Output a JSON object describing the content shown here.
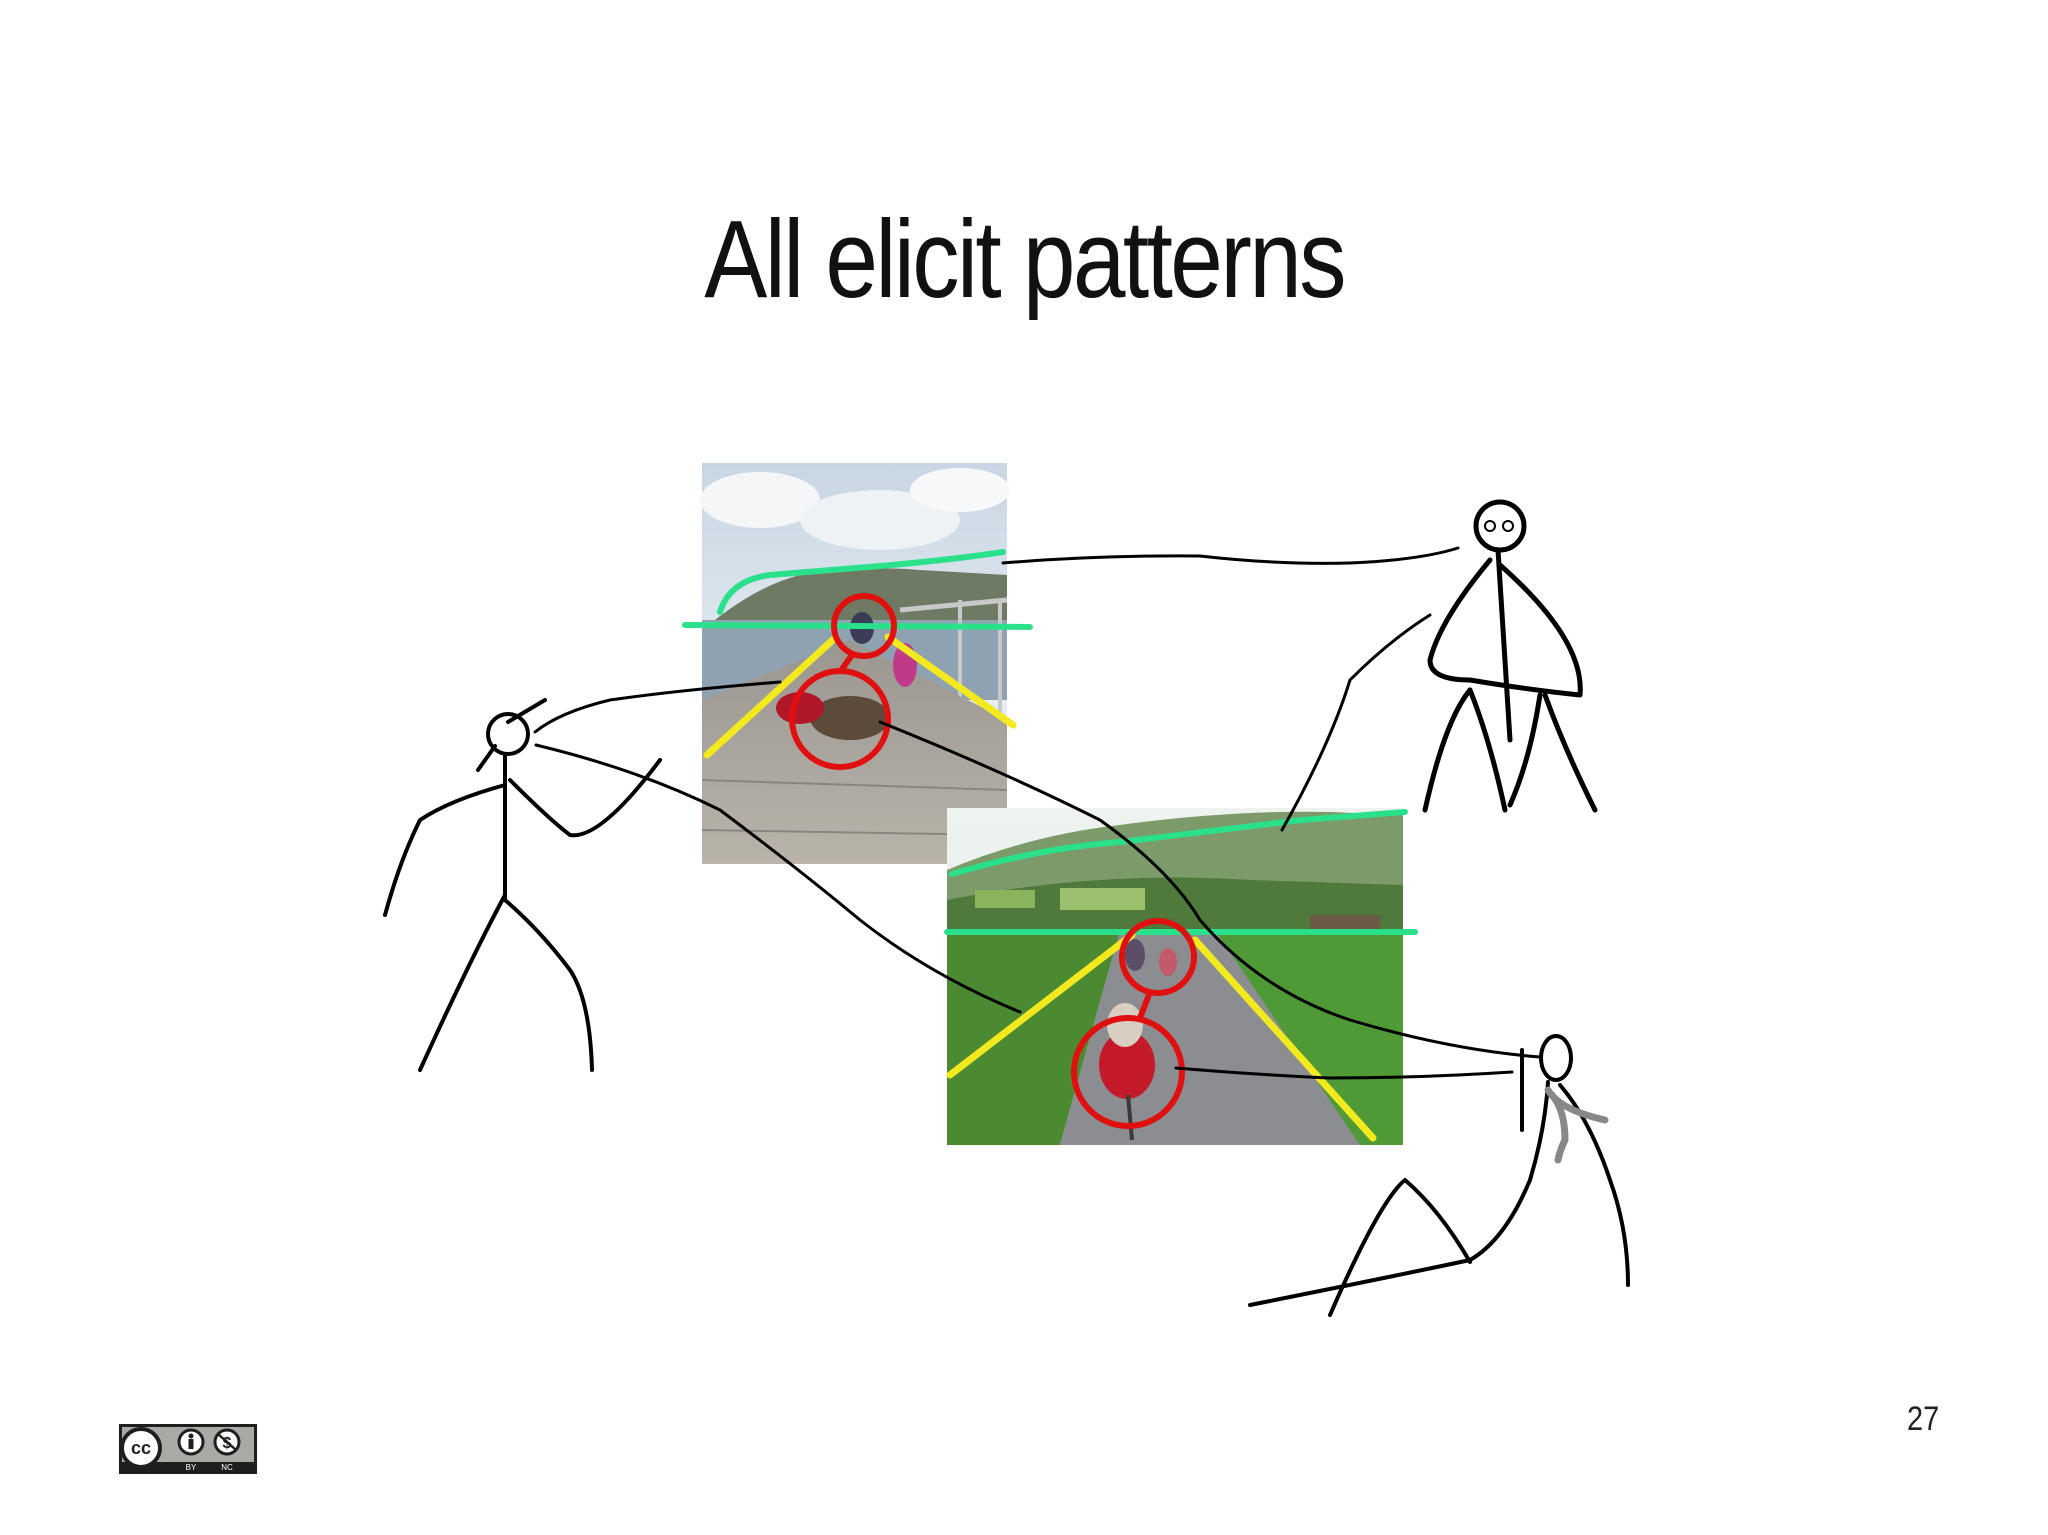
{
  "slide": {
    "title": "All elicit patterns",
    "page_number": "27"
  },
  "license_badge": {
    "cc_label": "cc",
    "by_label": "BY",
    "nc_label": "NC"
  },
  "colors": {
    "horizon_line": "#2be08a",
    "perspective_line": "#f2ea1e",
    "highlight_circle": "#e01010",
    "sketch_stroke": "#000000",
    "arm_highlight": "#888888"
  },
  "icons": [
    "cc-icon",
    "by-person-icon",
    "nc-dollar-icon"
  ]
}
